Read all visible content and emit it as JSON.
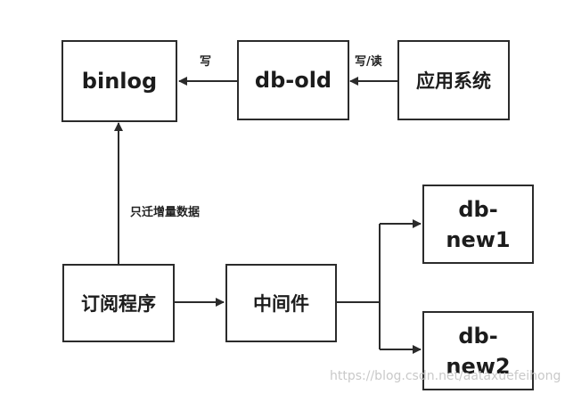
{
  "nodes": {
    "binlog": "binlog",
    "db_old": "db-old",
    "app_system": "应用系统",
    "subscriber": "订阅程序",
    "middleware": "中间件",
    "db_new1": [
      "db-",
      "new1"
    ],
    "db_new2": [
      "db-",
      "new2"
    ]
  },
  "edges": {
    "dbold_to_binlog": "写",
    "app_to_dbold": "写/读",
    "subscriber_to_binlog": "只迁增量数据"
  },
  "watermark": "https://blog.csdn.net/aataxuefeihong"
}
